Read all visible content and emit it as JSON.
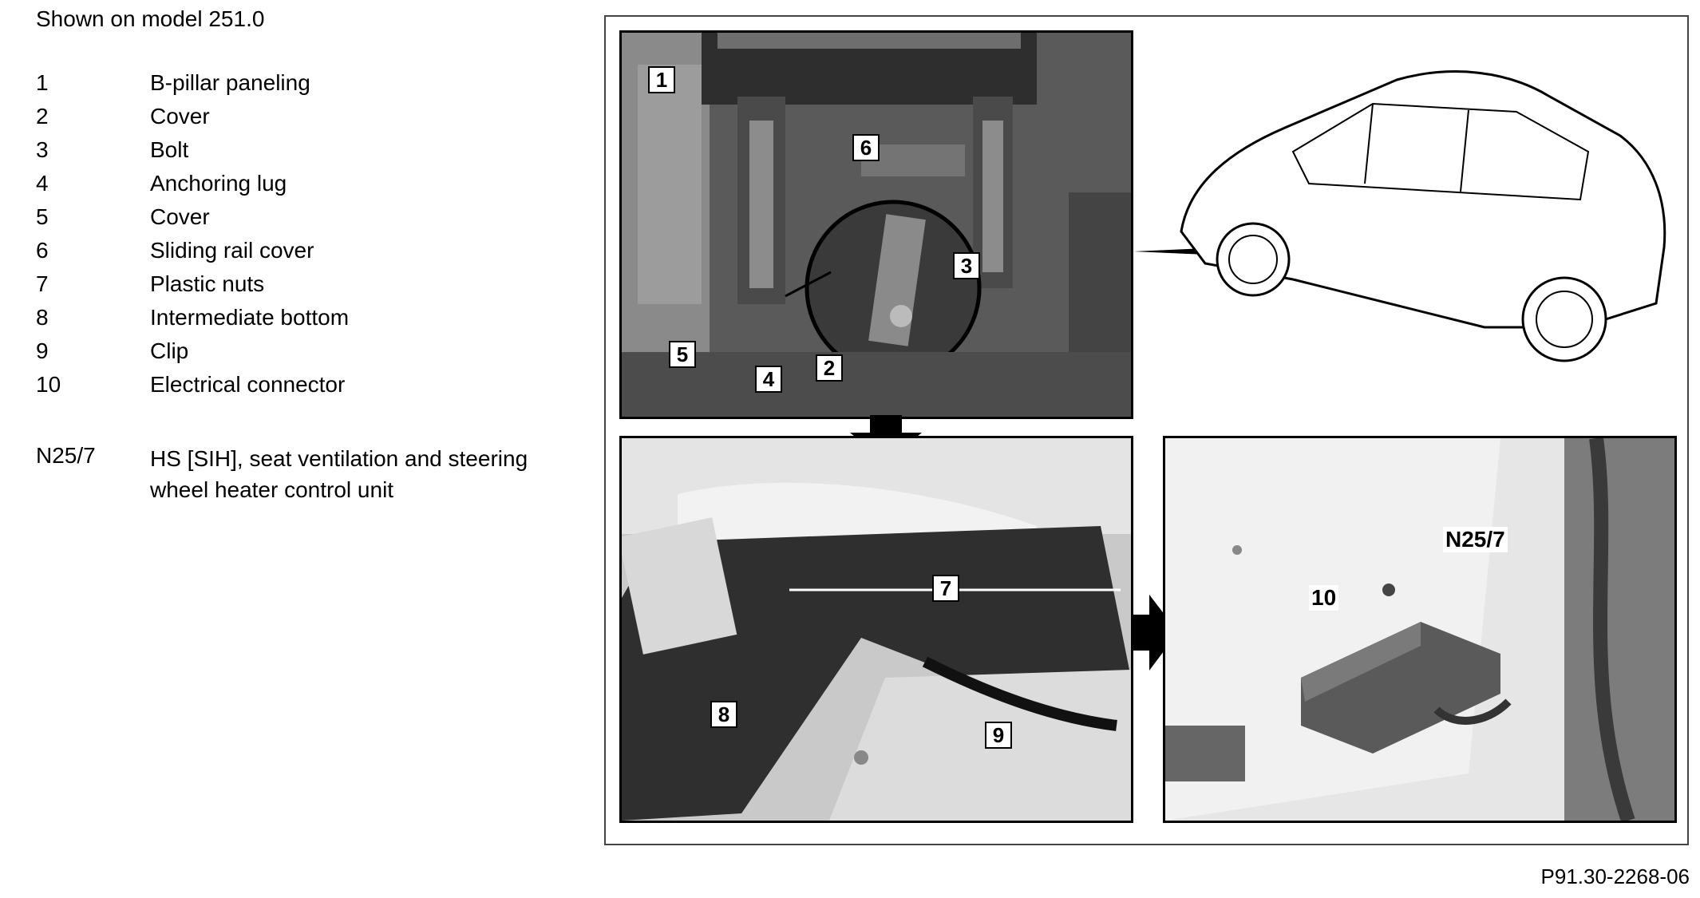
{
  "header": {
    "model_note": "Shown on model 251.0"
  },
  "legend": [
    {
      "num": "1",
      "label": "B-pillar paneling"
    },
    {
      "num": "2",
      "label": "Cover"
    },
    {
      "num": "3",
      "label": "Bolt"
    },
    {
      "num": "4",
      "label": "Anchoring lug"
    },
    {
      "num": "5",
      "label": "Cover"
    },
    {
      "num": "6",
      "label": "Sliding rail cover"
    },
    {
      "num": "7",
      "label": "Plastic nuts"
    },
    {
      "num": "8",
      "label": "Intermediate bottom"
    },
    {
      "num": "9",
      "label": "Clip"
    },
    {
      "num": "10",
      "label": "Electrical connector"
    }
  ],
  "component": {
    "code": "N25/7",
    "description": "HS [SIH], seat ventilation and steering wheel heater control unit"
  },
  "figure": {
    "callouts_top": [
      "1",
      "6",
      "3",
      "5",
      "4",
      "2"
    ],
    "callouts_bottom_left": [
      "7",
      "8",
      "9"
    ],
    "callouts_bottom_right": [
      "N25/7",
      "10"
    ],
    "reference": "P91.30-2268-06"
  },
  "colors": {
    "photo_dark": "#3c3c3c",
    "photo_mid": "#7a7a7a",
    "photo_light": "#cfcfcf",
    "line": "#000000"
  }
}
